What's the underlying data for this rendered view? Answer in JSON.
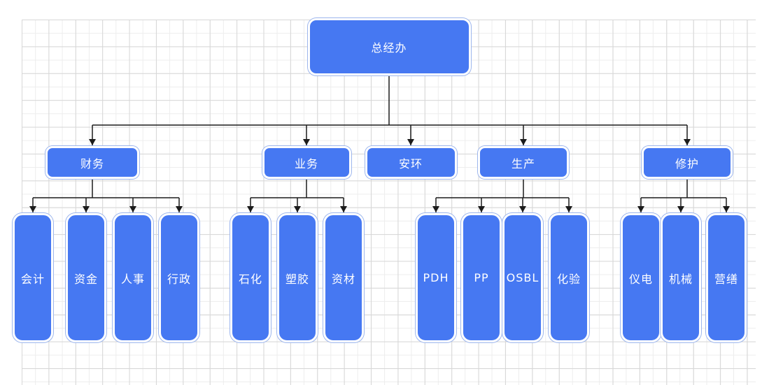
{
  "canvas": {
    "background": "#ffffff",
    "grid_minor_color": "#ededed",
    "grid_major_color": "#d7d7d7",
    "connector_color": "#1c1c1c"
  },
  "palette": {
    "node_fill": "#4678F2",
    "node_border": "#9DB6ED",
    "node_text": "#ffffff"
  },
  "org_chart": {
    "type": "tree",
    "root": {
      "id": "general-office",
      "label": "总经办"
    },
    "branches": [
      {
        "id": "finance",
        "label": "财务",
        "children": [
          {
            "id": "accounting",
            "label": "会计"
          },
          {
            "id": "funds",
            "label": "资金"
          },
          {
            "id": "hr",
            "label": "人事"
          },
          {
            "id": "admin",
            "label": "行政"
          }
        ]
      },
      {
        "id": "business",
        "label": "业务",
        "children": [
          {
            "id": "petrochemical",
            "label": "石化"
          },
          {
            "id": "plastics",
            "label": "塑胶"
          },
          {
            "id": "materials",
            "label": "资材"
          }
        ]
      },
      {
        "id": "safety-env",
        "label": "安环",
        "children": []
      },
      {
        "id": "production",
        "label": "生产",
        "children": [
          {
            "id": "pdh",
            "label": "PDH"
          },
          {
            "id": "pp",
            "label": "PP"
          },
          {
            "id": "osbl",
            "label": "OSBL"
          },
          {
            "id": "lab",
            "label": "化验"
          }
        ]
      },
      {
        "id": "maintenance",
        "label": "修护",
        "children": [
          {
            "id": "instrument-electrical",
            "label": "仪电"
          },
          {
            "id": "mechanical",
            "label": "机械"
          },
          {
            "id": "building",
            "label": "营缮"
          }
        ]
      }
    ]
  }
}
